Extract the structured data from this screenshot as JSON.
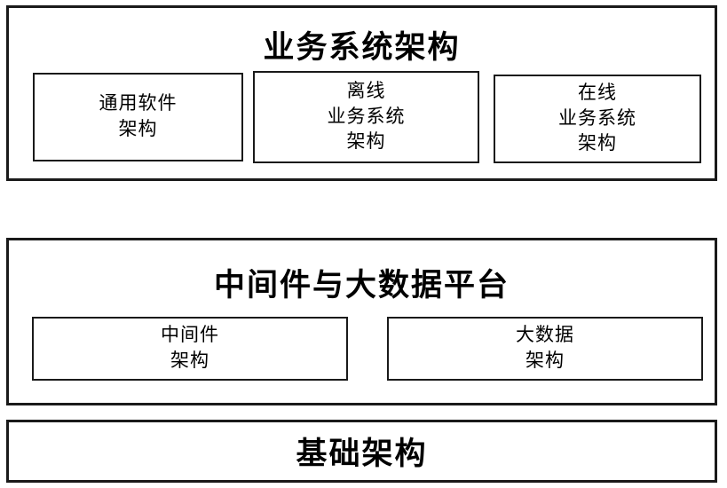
{
  "diagram": {
    "colors": {
      "background": "#ffffff",
      "border": "#1a1a1a",
      "text": "#000000"
    },
    "sections": [
      {
        "title": "业务系统架构",
        "boxes": [
          {
            "text": "通用软件\n架构"
          },
          {
            "text": "离线\n业务系统\n架构"
          },
          {
            "text": "在线\n业务系统\n架构"
          }
        ]
      },
      {
        "title": "中间件与大数据平台",
        "boxes": [
          {
            "text": "中间件\n架构"
          },
          {
            "text": "大数据\n架构"
          }
        ]
      },
      {
        "title": "基础架构",
        "boxes": []
      }
    ]
  }
}
